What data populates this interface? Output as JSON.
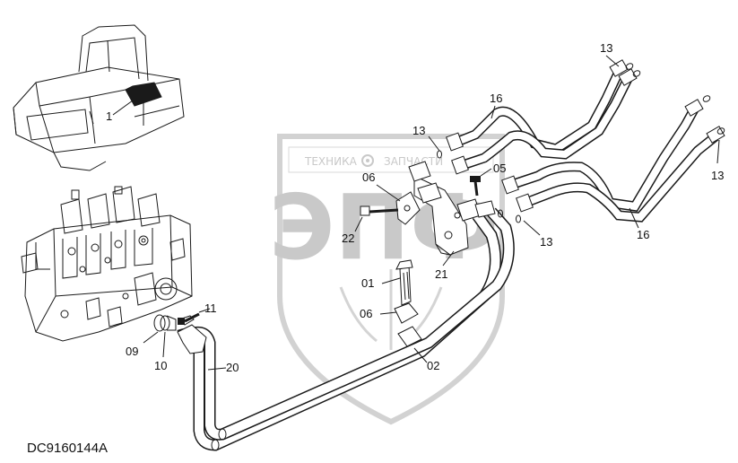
{
  "diagram": {
    "code": "DC9160144A",
    "callouts": {
      "c13a": "13",
      "c13b": "13",
      "c13c": "13",
      "c13d": "13",
      "c16a": "16",
      "c16b": "16",
      "c05": "05",
      "c06a": "06",
      "c06b": "06",
      "c22": "22",
      "c21": "21",
      "c01": "01",
      "c02": "02",
      "c11": "11",
      "c09": "09",
      "c10": "10",
      "c20": "20",
      "c1": "1"
    }
  },
  "watermark": {
    "top_text_left": "ТЕХНИКА",
    "top_text_right": "ЗАПЧАСТИ",
    "logo_text": "ЭПФ",
    "gear-icon": "gear-icon"
  },
  "colors": {
    "line": "#1a1a1a",
    "watermark": "#c9c9c9",
    "background": "#ffffff"
  }
}
